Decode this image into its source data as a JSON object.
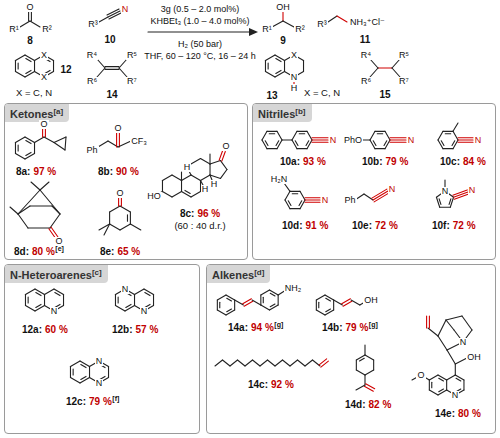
{
  "diagram": {
    "nodes": [
      {
        "text": [
          "Ketones",
          "[a]"
        ]
      },
      {
        "text": [
          "Nitriles",
          "[b]"
        ]
      },
      {
        "text": [
          "N-Heteroarenes",
          "[c]"
        ]
      },
      {
        "text": [
          "Alkenes",
          "[d]"
        ]
      }
    ],
    "labels": [
      "O",
      "R¹",
      "R²",
      "8",
      "R³",
      "N",
      "10",
      "X",
      "X",
      "12",
      "X = C, N",
      "R⁴",
      "R⁵",
      "R⁶",
      "R⁷",
      "14",
      "3g (0.5 – 2.0 mol%)",
      "KHBEt₃ (1.0 – 4.0 mol%)",
      "H₂ (50 bar)",
      "THF, 60 – 120 °C, 16 – 24 h",
      "OH",
      "R¹",
      "R²",
      "9",
      "R³",
      "NH₃⁺Cl⁻",
      "11",
      "X",
      "N",
      "H",
      "13",
      "X = C, N",
      "R⁴",
      "R⁵",
      "R⁶",
      "R⁷",
      "15",
      "O",
      "8a:",
      "97 %",
      "Ph",
      "O",
      "CF₃",
      "8b:",
      "90 %",
      "O",
      "HO",
      "H",
      "H",
      "H",
      "8c:",
      "96 %",
      "(60 : 40 d.r.)",
      "O",
      "8d:",
      "80 %",
      "[e]",
      "O",
      "8e:",
      "65 %",
      "N",
      "10a:",
      "93 %",
      "PhO",
      "N",
      "10b:",
      "79 %",
      "N",
      "10c:",
      "84 %",
      "H₂N",
      "N",
      "10d:",
      "91 %",
      "Ph",
      "N",
      "10e:",
      "72 %",
      "N",
      "N",
      "10f:",
      "72 %",
      "N",
      "12a:",
      "60 %",
      "N",
      "N",
      "12b:",
      "57 %",
      "N",
      "N",
      "12c:",
      "79 %",
      "[f]",
      "NH₂",
      "14a:",
      "94 %",
      "[g]",
      "OH",
      "14b:",
      "79 %",
      "[g]",
      "14c:",
      "92 %",
      "14d:",
      "82 %",
      "N",
      "OH",
      "O",
      "N",
      "14e:",
      "80 %"
    ]
  }
}
